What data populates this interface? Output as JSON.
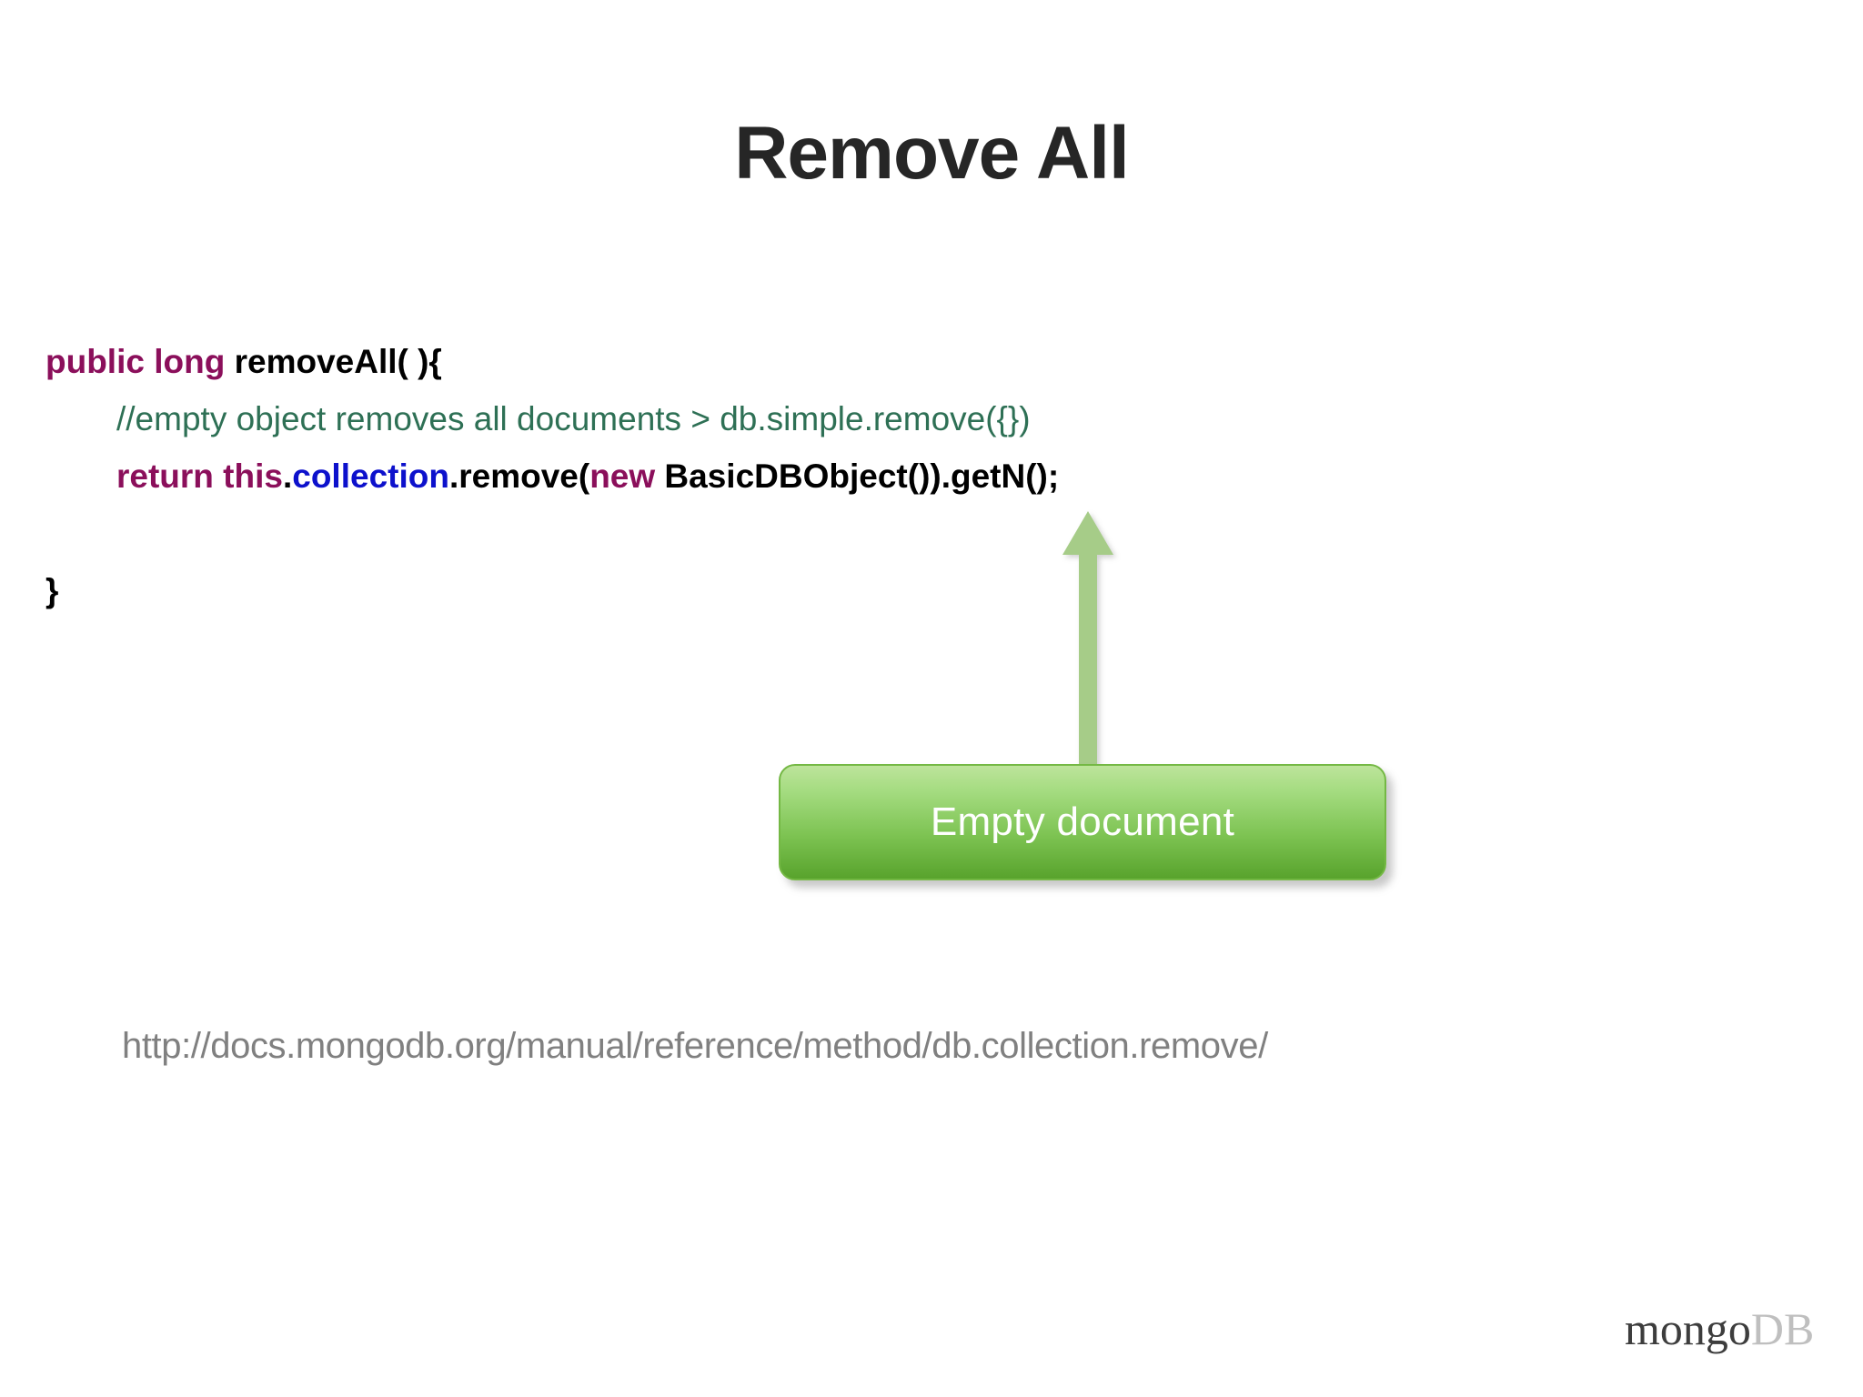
{
  "slide": {
    "title": "Remove All",
    "background_color": "#FFFFFF"
  },
  "code": {
    "language": "java",
    "lines": [
      {
        "indent": false,
        "tokens": [
          {
            "text": "public long",
            "type": "keyword",
            "color": "#8B0F5B"
          },
          {
            "text": " removeAll( ){",
            "type": "plain",
            "color": "#000000"
          }
        ]
      },
      {
        "indent": true,
        "tokens": [
          {
            "text": "//empty object removes all documents > db.simple.remove({})",
            "type": "comment",
            "color": "#2E7055"
          }
        ]
      },
      {
        "indent": true,
        "tokens": [
          {
            "text": "return this",
            "type": "keyword",
            "color": "#8B0F5B"
          },
          {
            "text": ".",
            "type": "plain",
            "color": "#000000"
          },
          {
            "text": "collection",
            "type": "field",
            "color": "#0D11CC"
          },
          {
            "text": ".remove(",
            "type": "plain",
            "color": "#000000"
          },
          {
            "text": "new",
            "type": "keyword",
            "color": "#8B0F5B"
          },
          {
            "text": " BasicDBObject()).getN();",
            "type": "plain",
            "color": "#000000"
          }
        ]
      },
      {
        "indent": false,
        "blank": true,
        "tokens": []
      },
      {
        "indent": false,
        "tokens": [
          {
            "text": "}",
            "type": "plain",
            "color": "#000000"
          }
        ]
      }
    ]
  },
  "callout": {
    "label": "Empty document",
    "fill_top_color": "#BDE49B",
    "fill_bottom_color": "#58A32C",
    "border_color": "#74B844",
    "text_color": "#FFFFFF"
  },
  "annotation_arrow": {
    "icon": "arrow-up-icon",
    "direction": "up",
    "color": "#A6CC88",
    "points_from": "Empty document",
    "points_to": "new BasicDBObject()"
  },
  "reference": {
    "url": "http://docs.mongodb.org/manual/reference/method/db.collection.remove/",
    "color": "#808080"
  },
  "brand": {
    "name_primary": "mongo",
    "name_secondary": "DB",
    "primary_color": "#3D3D3D",
    "secondary_color": "#BFBFBF"
  }
}
